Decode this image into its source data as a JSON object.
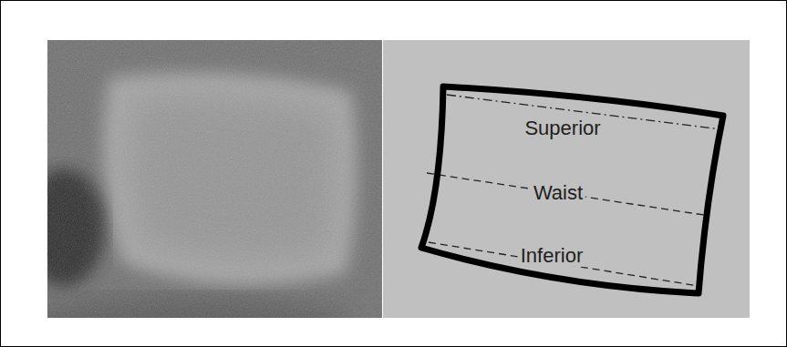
{
  "diagram": {
    "nodes": [
      {
        "text": [
          "Superior",
          "Waist",
          "Inferior"
        ]
      }
    ]
  }
}
